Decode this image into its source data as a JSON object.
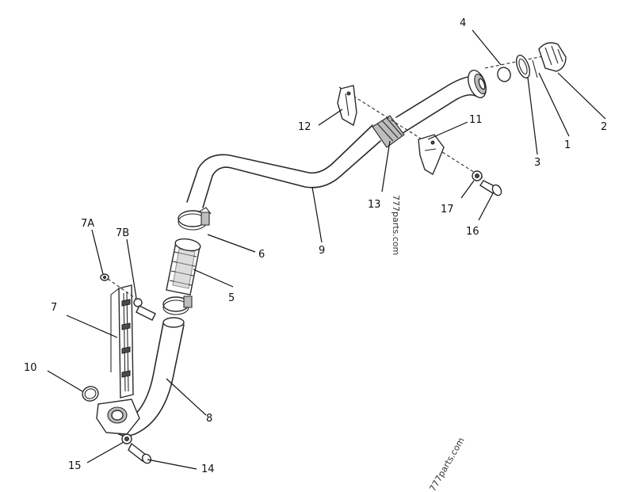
{
  "callouts": {
    "c1": "1",
    "c2": "2",
    "c3": "3",
    "c4": "4",
    "c5": "5",
    "c6": "6",
    "c7": "7",
    "c7a": "7A",
    "c7b": "7B",
    "c8": "8",
    "c9": "9",
    "c10": "10",
    "c11": "11",
    "c12": "12",
    "c13": "13",
    "c14": "14",
    "c15": "15",
    "c16": "16",
    "c17": "17"
  },
  "watermarks": {
    "center": "777parts.com",
    "bottom": "777parts.com"
  }
}
